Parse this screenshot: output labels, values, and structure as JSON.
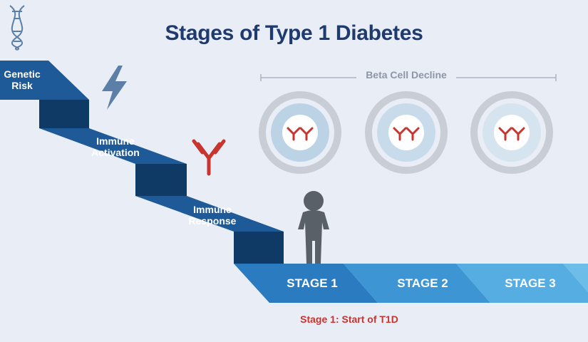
{
  "title": "Stages of Type 1 Diabetes",
  "steps": [
    {
      "line1": "Genetic",
      "line2": "Risk"
    },
    {
      "line1": "Immune",
      "line2": "Activation"
    },
    {
      "line1": "Immune",
      "line2": "Response"
    }
  ],
  "stages": [
    "STAGE 1",
    "STAGE 2",
    "STAGE 3"
  ],
  "beta_cell_decline_label": "Beta Cell Decline",
  "caption": "Stage 1: Start of T1D",
  "colors": {
    "background": "#e9edf6",
    "title": "#1f3a6e",
    "step_top": "#1d5a97",
    "step_face": "#0f3a66",
    "stage_1": "#2a7bc0",
    "stage_2": "#3d95d3",
    "stage_3": "#55ade2",
    "accent_red": "#c8352f",
    "figure": "#5a6068",
    "ring": "#c9ced6",
    "cell_fill": "#bcd3e6"
  },
  "icons": [
    "dna-icon",
    "lightning-icon",
    "antibody-icon",
    "person-figure",
    "beta-cell-icon"
  ]
}
